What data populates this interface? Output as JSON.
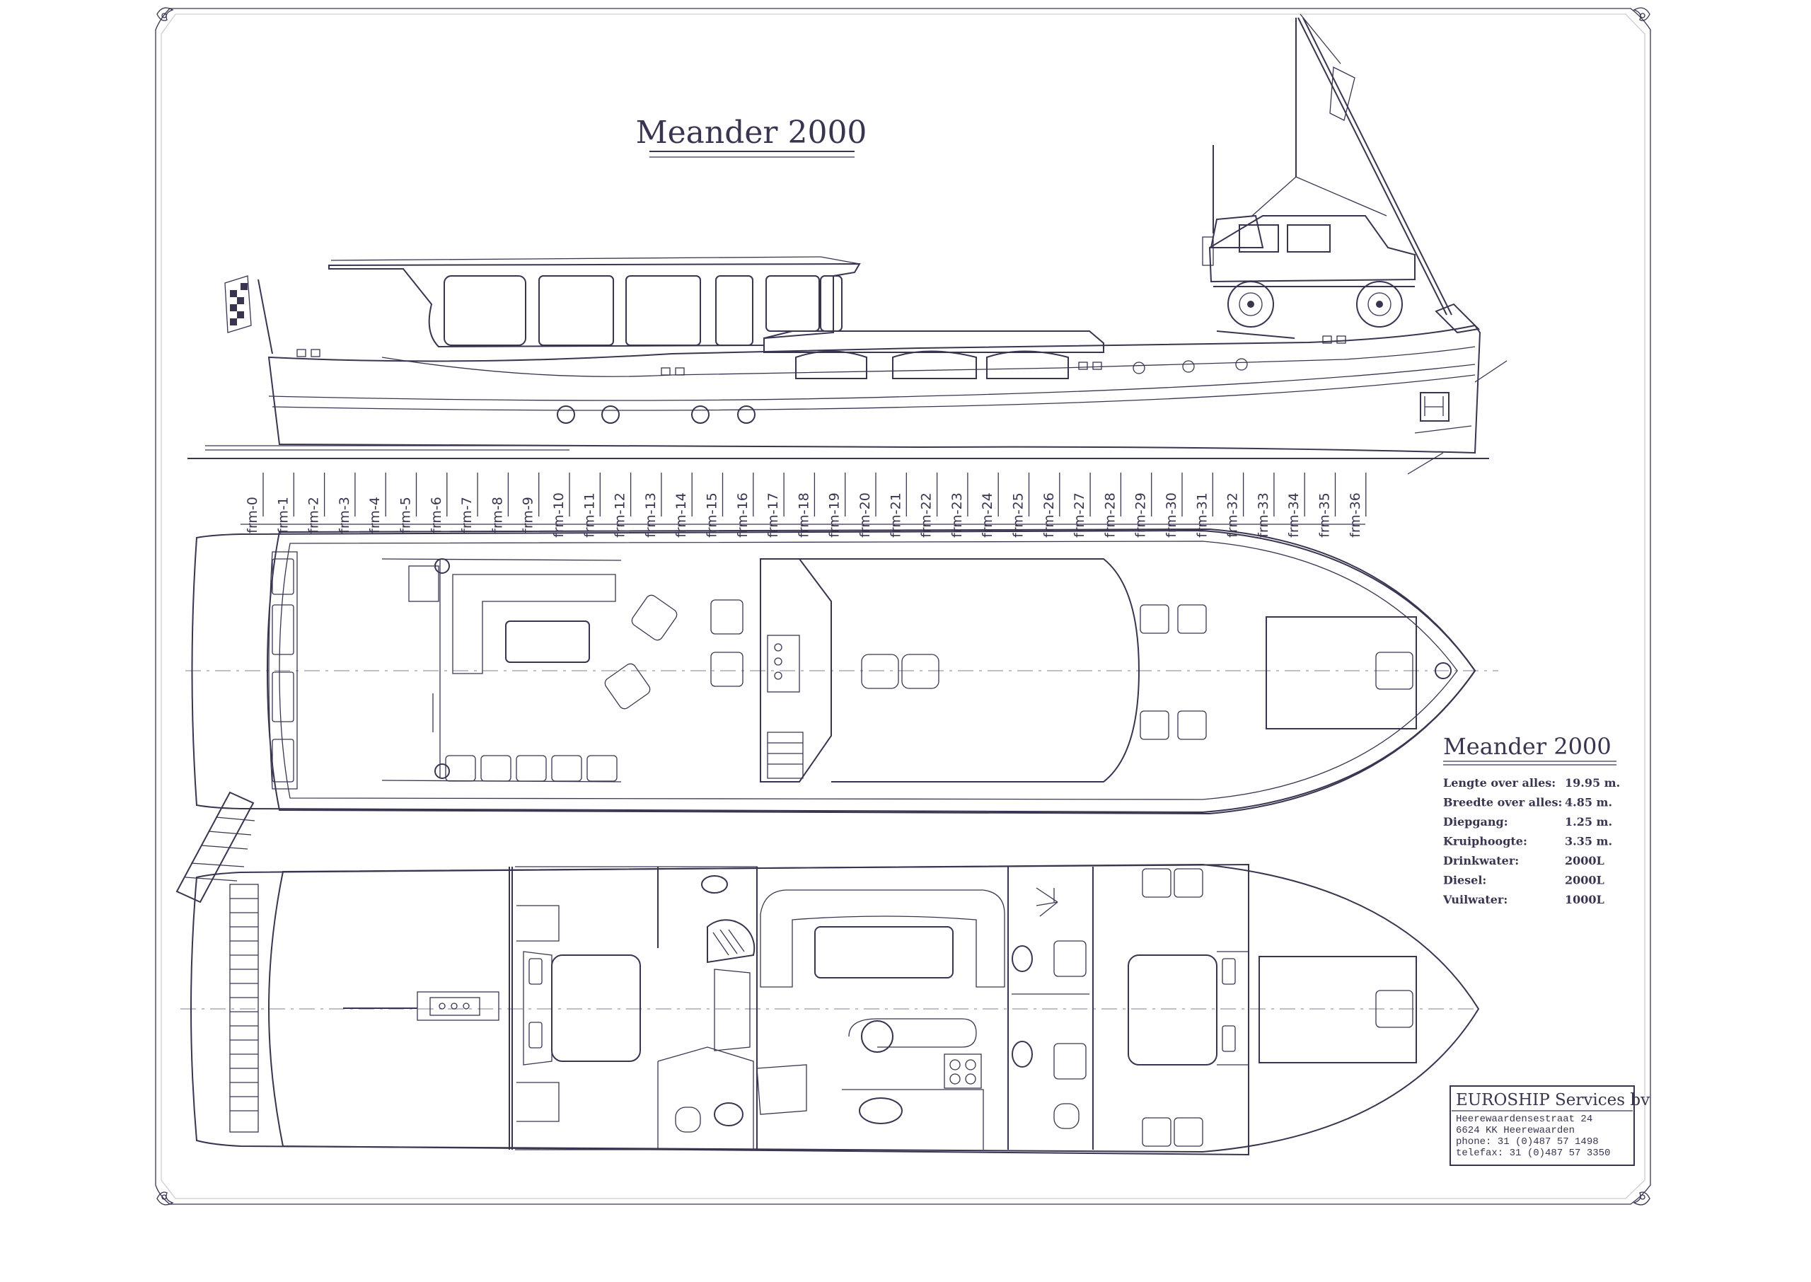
{
  "title": "Meander 2000",
  "frames": [
    "frm-0",
    "frm-1",
    "frm-2",
    "frm-3",
    "frm-4",
    "frm-5",
    "frm-6",
    "frm-7",
    "frm-8",
    "frm-9",
    "frm-10",
    "frm-11",
    "frm-12",
    "frm-13",
    "frm-14",
    "frm-15",
    "frm-16",
    "frm-17",
    "frm-18",
    "frm-19",
    "frm-20",
    "frm-21",
    "frm-22",
    "frm-23",
    "frm-24",
    "frm-25",
    "frm-26",
    "frm-27",
    "frm-28",
    "frm-29",
    "frm-30",
    "frm-31",
    "frm-32",
    "frm-33",
    "frm-34",
    "frm-35",
    "frm-36"
  ],
  "specs": {
    "title": "Meander 2000",
    "rows": [
      {
        "label": "Lengte over alles:",
        "value": "19.95 m."
      },
      {
        "label": "Breedte over alles:",
        "value": "4.85 m."
      },
      {
        "label": "Diepgang:",
        "value": "1.25 m."
      },
      {
        "label": "Kruiphoogte:",
        "value": "3.35 m."
      },
      {
        "label": "Drinkwater:",
        "value": "2000L"
      },
      {
        "label": "Diesel:",
        "value": "2000L"
      },
      {
        "label": "Vuilwater:",
        "value": "1000L"
      }
    ]
  },
  "company": {
    "name": "EUROSHIP Services bv",
    "lines": [
      "Heerewaardensestraat 24",
      "6624 KK Heerewaarden",
      "phone:  31 (0)487 57 1498",
      "telefax: 31 (0)487 57 3350"
    ]
  },
  "colors": {
    "ink": "#3b3450",
    "paper": "#ffffff",
    "centerline": "#9a96a8"
  }
}
